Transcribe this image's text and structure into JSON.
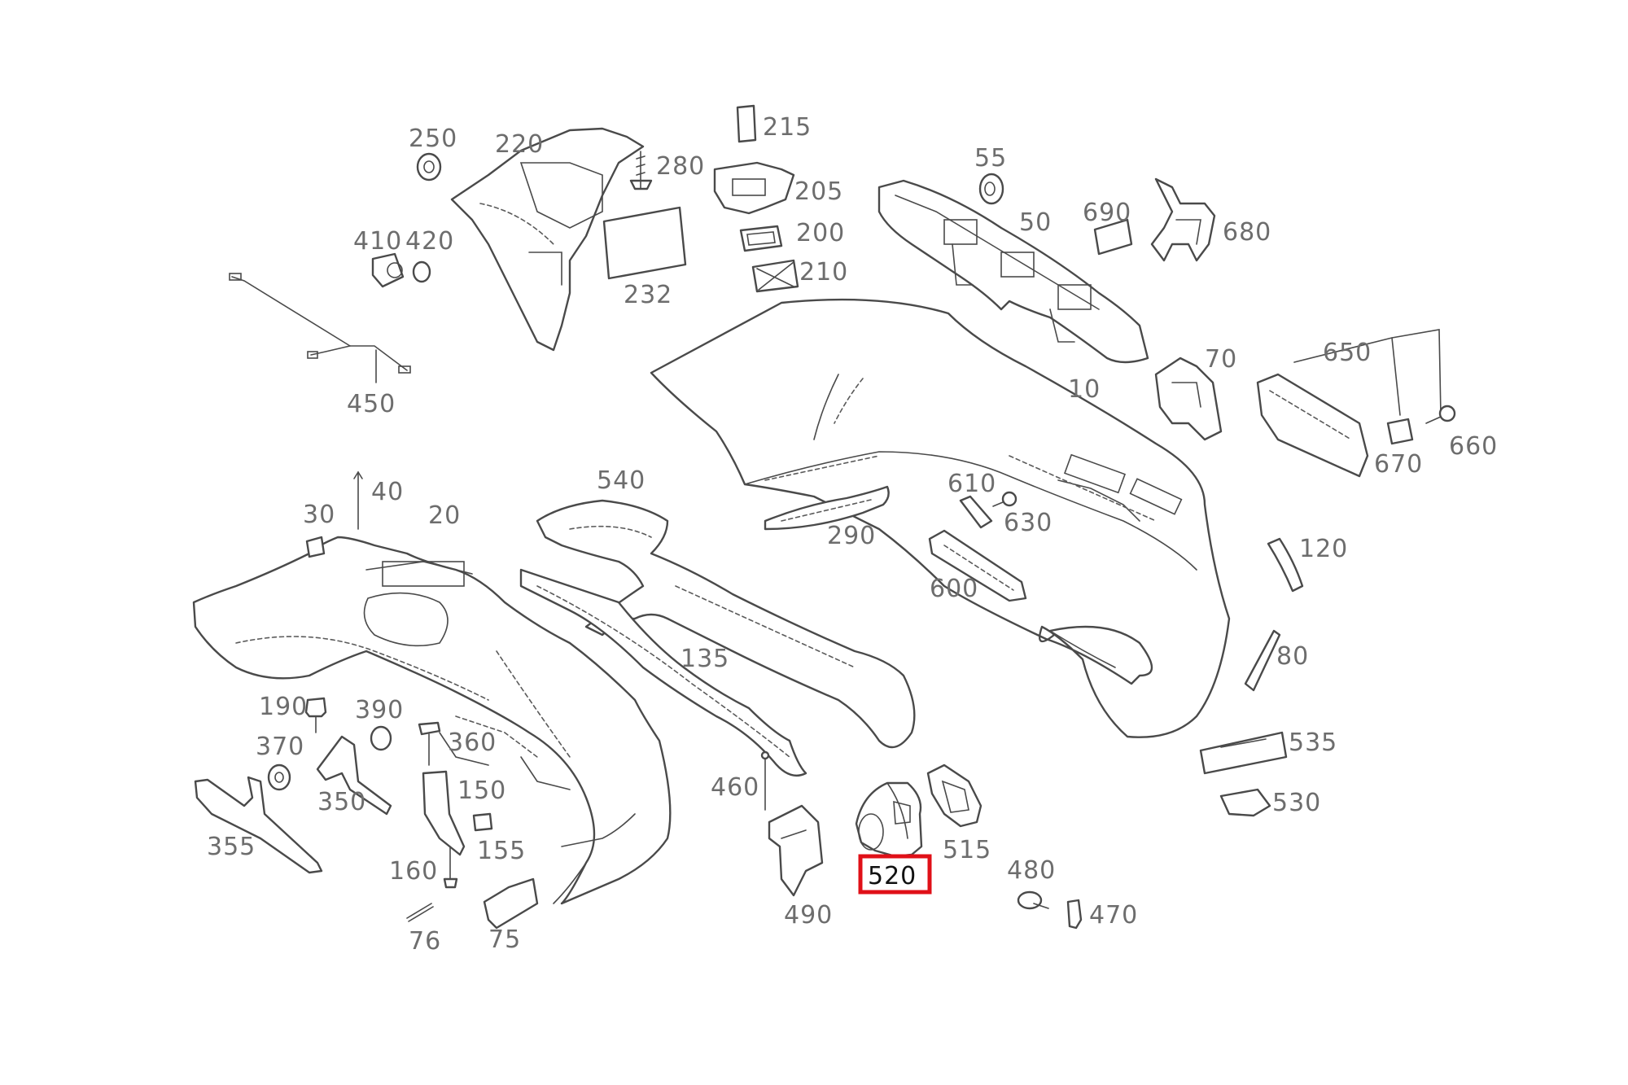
{
  "diagram": {
    "highlight_color": "#e01018",
    "highlighted_part": "520",
    "labels": {
      "p10": "10",
      "p20": "20",
      "p30": "30",
      "p40": "40",
      "p50": "50",
      "p55": "55",
      "p70": "70",
      "p75": "75",
      "p76": "76",
      "p80": "80",
      "p120": "120",
      "p135": "135",
      "p150": "150",
      "p155": "155",
      "p160": "160",
      "p190": "190",
      "p200": "200",
      "p205": "205",
      "p210": "210",
      "p215": "215",
      "p220": "220",
      "p232": "232",
      "p250": "250",
      "p280": "280",
      "p290": "290",
      "p350": "350",
      "p355": "355",
      "p360": "360",
      "p370": "370",
      "p390": "390",
      "p410": "410",
      "p420": "420",
      "p450": "450",
      "p460": "460",
      "p470": "470",
      "p480": "480",
      "p490": "490",
      "p515": "515",
      "p520": "520",
      "p530": "530",
      "p535": "535",
      "p540": "540",
      "p600": "600",
      "p610": "610",
      "p630": "630",
      "p650": "650",
      "p660": "660",
      "p670": "670",
      "p680": "680",
      "p690": "690"
    }
  }
}
